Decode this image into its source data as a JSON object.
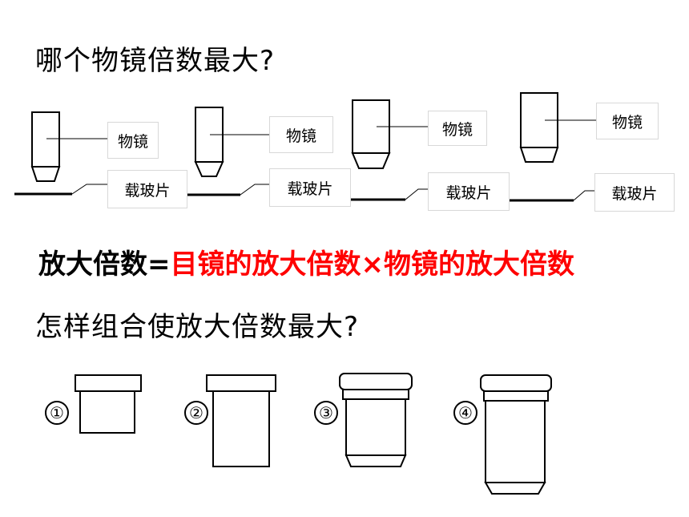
{
  "question1": "哪个物镜倍数最大?",
  "question2": "怎样组合使放大倍数最大?",
  "formula": {
    "lhs": "放大倍数=",
    "rhs": "目镜的放大倍数×物镜的放大倍数"
  },
  "diagram_labels": {
    "objective": "物镜",
    "slide": "载玻片"
  },
  "lens_numbers": [
    "①",
    "②",
    "③",
    "④"
  ],
  "colors": {
    "accent_red": "#ff0000",
    "text": "#000000"
  }
}
